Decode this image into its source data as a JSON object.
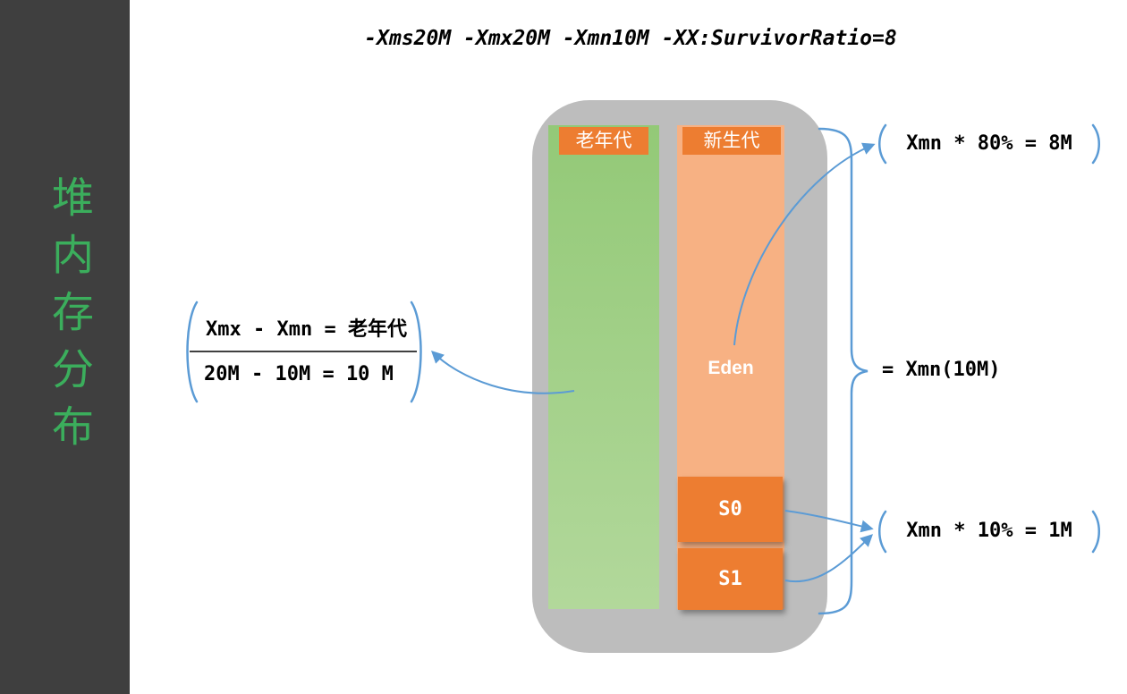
{
  "title": "-Xms20M -Xmx20M -Xmn10M -XX:SurvivorRatio=8",
  "sidebar": {
    "label": "堆内存分布"
  },
  "heap": {
    "old_gen": {
      "header": "老年代"
    },
    "new_gen": {
      "header": "新生代",
      "eden": "Eden",
      "s0": "S0",
      "s1": "S1"
    }
  },
  "annotations": {
    "old_gen_calc": {
      "line1": "Xmx - Xmn = 老年代",
      "line2": "20M - 10M = 10 M"
    },
    "eden_size": "Xmn * 80% = 8M",
    "new_gen_size": "= Xmn(10M)",
    "survivor_size": "Xmn * 10% = 1M"
  },
  "colors": {
    "sidebar_bg": "#3F3F3F",
    "sidebar_text": "#3BAE5C",
    "container_gray": "#BDBDBD",
    "old_gen_green_top": "#93C977",
    "old_gen_green_bottom": "#B2D89B",
    "orange": "#ED7D31",
    "new_gen_light_orange": "#F7B183",
    "arrow_blue": "#5B9BD5",
    "text_black": "#000000"
  }
}
